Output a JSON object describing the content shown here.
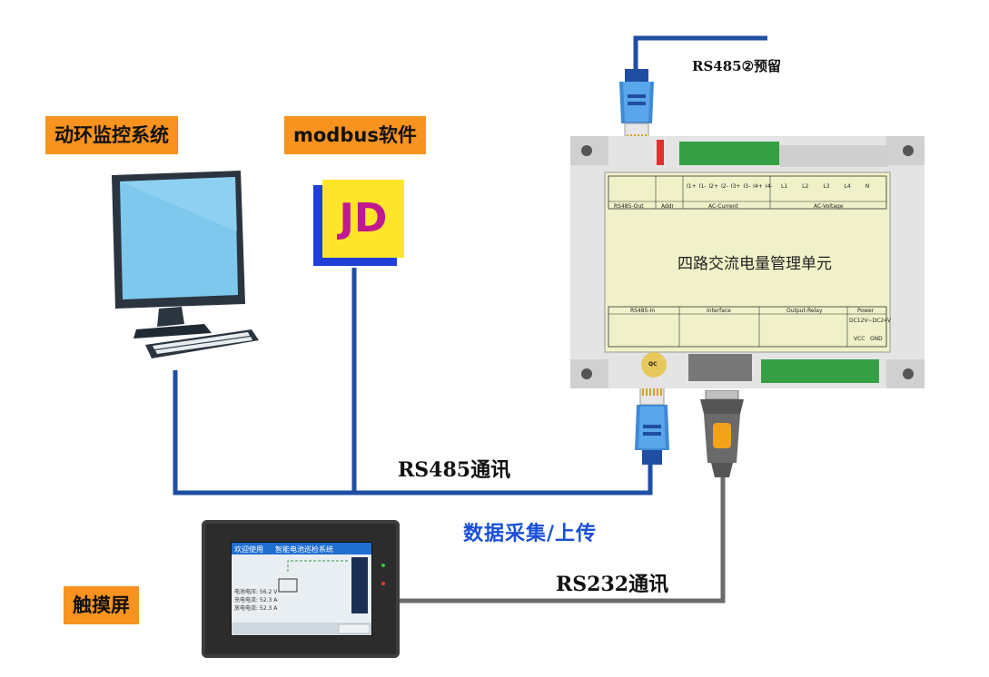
{
  "labels": {
    "dynamic_env": "动环监控系统",
    "modbus": "modbus软件",
    "touchscreen": "触摸屏"
  },
  "links": {
    "rs485_reserved": "RS485②预留",
    "rs485_comm": "RS485通讯",
    "data_collect": "数据采集/上传",
    "rs232_comm": "RS232通讯"
  },
  "software_logo": "JD",
  "module": {
    "title": "四路交流电量管理单元",
    "top_sections": [
      "RS485-Out",
      "Addr",
      "AC-Current",
      "AC-Voltage"
    ],
    "bottom_sections": [
      "RS485-In",
      "Interface",
      "Output-Relay",
      "Power"
    ],
    "current_pins": [
      "I1+",
      "I1-",
      "I2+",
      "I2-",
      "I3+",
      "I3-",
      "I4+",
      "I4-"
    ],
    "voltage_pins": [
      "L1",
      "L2",
      "L3",
      "L4",
      "N"
    ],
    "power_header": "DC12V~DC24V",
    "power_pins": [
      "VCC",
      "GND"
    ],
    "qc_sticker": "QC"
  },
  "screen": {
    "welcome": "欢迎使用",
    "system_name": "智能电池巡检系统",
    "rows": [
      "电池电压: 56.2 V",
      "充电电流: 52.3 A",
      "放电电流: 52.3 A"
    ]
  },
  "colors": {
    "label_bg": "#f7931e",
    "cable_blue": "#1f4ea3",
    "cable_gray": "#6b6b6b",
    "module_body": "#f1f1c9",
    "accent_blue_text": "#1a4fd6"
  }
}
